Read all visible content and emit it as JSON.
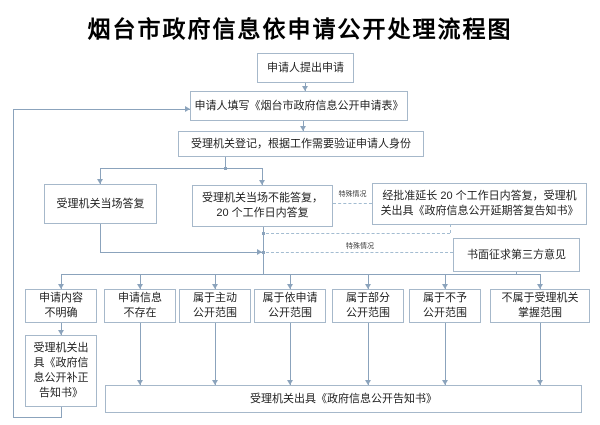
{
  "title": "烟台市政府信息依申请公开处理流程图",
  "nodes": [
    {
      "id": "apply",
      "lines": [
        "申请人提出申请"
      ]
    },
    {
      "id": "form",
      "lines": [
        "申请人填写《烟台市政府信息公开申请表》"
      ]
    },
    {
      "id": "register",
      "lines": [
        "受理机关登记，根据工作需要验证申请人身份"
      ]
    },
    {
      "id": "onspot",
      "lines": [
        "受理机关当场答复"
      ]
    },
    {
      "id": "cannot",
      "lines": [
        "受理机关当场不能答复，",
        "20 个工作日内答复"
      ]
    },
    {
      "id": "extend",
      "lines": [
        "经批准延长 20 个工作日内答复，受理机",
        "关出具《政府信息公开延期答复告知书》"
      ]
    },
    {
      "id": "third-party",
      "lines": [
        "书面征求第三方意见"
      ]
    },
    {
      "id": "unclear",
      "lines": [
        "申请内容",
        "不明确"
      ]
    },
    {
      "id": "not-exist",
      "lines": [
        "申请信息",
        "不存在"
      ]
    },
    {
      "id": "proactive",
      "lines": [
        "属于主动",
        "公开范围"
      ]
    },
    {
      "id": "upon-request",
      "lines": [
        "属于依申请",
        "公开范围"
      ]
    },
    {
      "id": "partial",
      "lines": [
        "属于部分",
        "公开范围"
      ]
    },
    {
      "id": "non-disclose",
      "lines": [
        "属于不予",
        "公开范围"
      ]
    },
    {
      "id": "not-held",
      "lines": [
        "不属于受理机关",
        "掌握范围"
      ]
    },
    {
      "id": "correction",
      "lines": [
        "受理机关出",
        "具《政府信",
        "息公开补正",
        "告知书》"
      ]
    },
    {
      "id": "notice",
      "lines": [
        "受理机关出具《政府信息公开告知书》"
      ]
    }
  ],
  "edge_labels": [
    {
      "id": "special-case-1",
      "text": "特殊情况"
    },
    {
      "id": "special-case-2",
      "text": "特殊情况"
    }
  ],
  "colors": {
    "box_border": "#a6b8ca",
    "solid_line": "#8ba3bc",
    "dashed_line": "#a3bcd1",
    "text": "#1f1f1f",
    "background": "#ffffff"
  }
}
